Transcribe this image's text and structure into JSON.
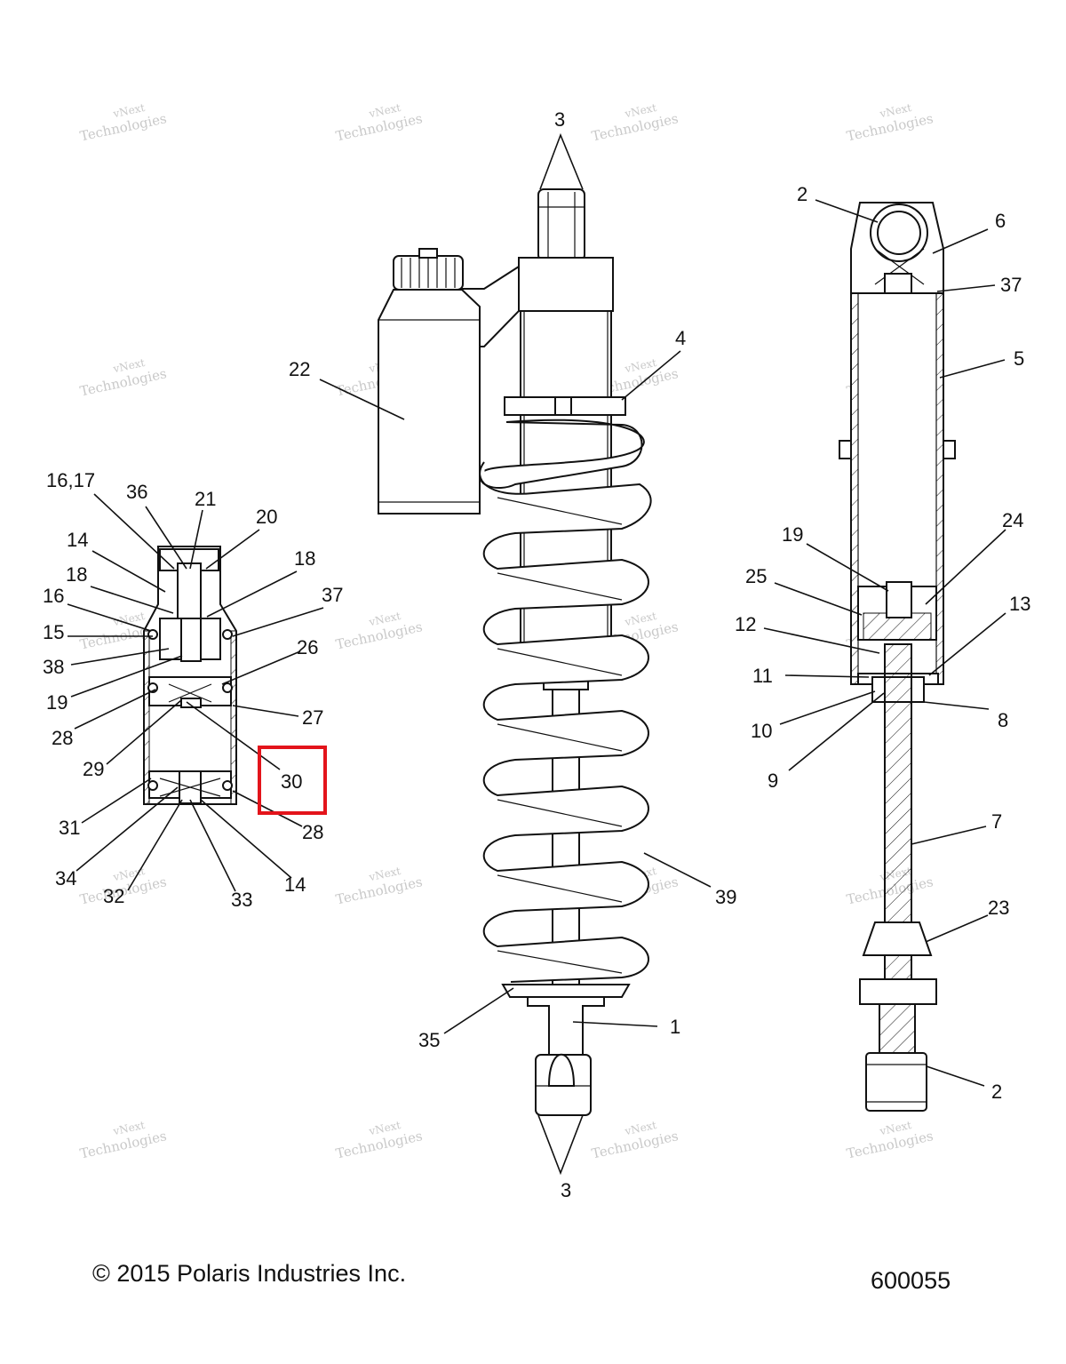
{
  "footer": {
    "copyright": "© 2015 Polaris Industries Inc.",
    "drawing_number": "600055"
  },
  "watermark": {
    "line1": "vNext",
    "line2": "Technologies"
  },
  "highlight": {
    "color": "#e3141b",
    "label": "30"
  },
  "callouts": {
    "main": [
      "3",
      "4",
      "22",
      "39",
      "35",
      "1",
      "3"
    ],
    "right": [
      "2",
      "6",
      "37",
      "5",
      "19",
      "24",
      "25",
      "12",
      "13",
      "11",
      "10",
      "8",
      "9",
      "7",
      "23",
      "2"
    ],
    "left": [
      "16,17",
      "36",
      "21",
      "20",
      "14",
      "18",
      "18",
      "37",
      "16",
      "15",
      "38",
      "26",
      "19",
      "28",
      "27",
      "29",
      "30",
      "31",
      "28",
      "34",
      "32",
      "33",
      "14"
    ]
  }
}
